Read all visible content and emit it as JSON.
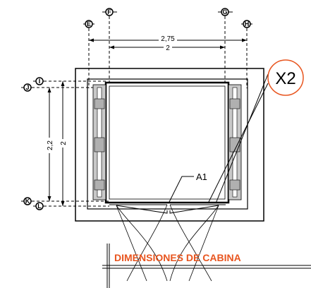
{
  "grid_axes": {
    "top": [
      "E",
      "F",
      "G",
      "H"
    ],
    "left": [
      "I",
      "J",
      "K",
      "L"
    ]
  },
  "dimensions": {
    "width_outer": "2,75",
    "width_inner": "2",
    "height_outer": "2,2",
    "height_inner": "2"
  },
  "tags": {
    "a1": "A1",
    "x2": "X2"
  },
  "title": "DIMENSIONES DE CABINA",
  "colors": {
    "title": "#e8551f",
    "x2_ring": "#e8551f",
    "line": "#000000",
    "rail_fill": "#c8c8c8"
  }
}
